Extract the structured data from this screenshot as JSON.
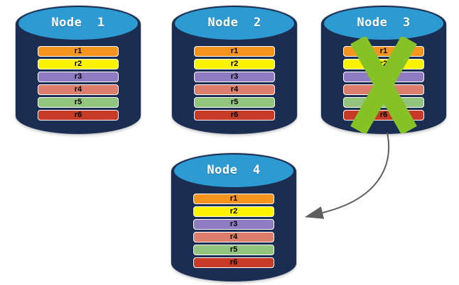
{
  "diagram": {
    "colors": {
      "background": "#FFFFFF",
      "cylinder_top": "#2E9AD2",
      "cylinder_body": "#1B2E52",
      "row_border": "#FFFFFF",
      "row_text": "#000000",
      "node_label_text": "#FFFFFF",
      "cross": "#85C226",
      "arrow": "#5E5E5E"
    },
    "rows": [
      {
        "label": "r1",
        "color": "#F7941E"
      },
      {
        "label": "r2",
        "color": "#FCF303"
      },
      {
        "label": "r3",
        "color": "#8E7CC3"
      },
      {
        "label": "r4",
        "color": "#DC7E6B"
      },
      {
        "label": "r5",
        "color": "#93C47D"
      },
      {
        "label": "r6",
        "color": "#C53B26"
      }
    ],
    "nodes": [
      {
        "label": "Node  1",
        "failed": false
      },
      {
        "label": "Node  2",
        "failed": false
      },
      {
        "label": "Node  3",
        "failed": true
      },
      {
        "label": "Node  4",
        "failed": false
      }
    ]
  }
}
